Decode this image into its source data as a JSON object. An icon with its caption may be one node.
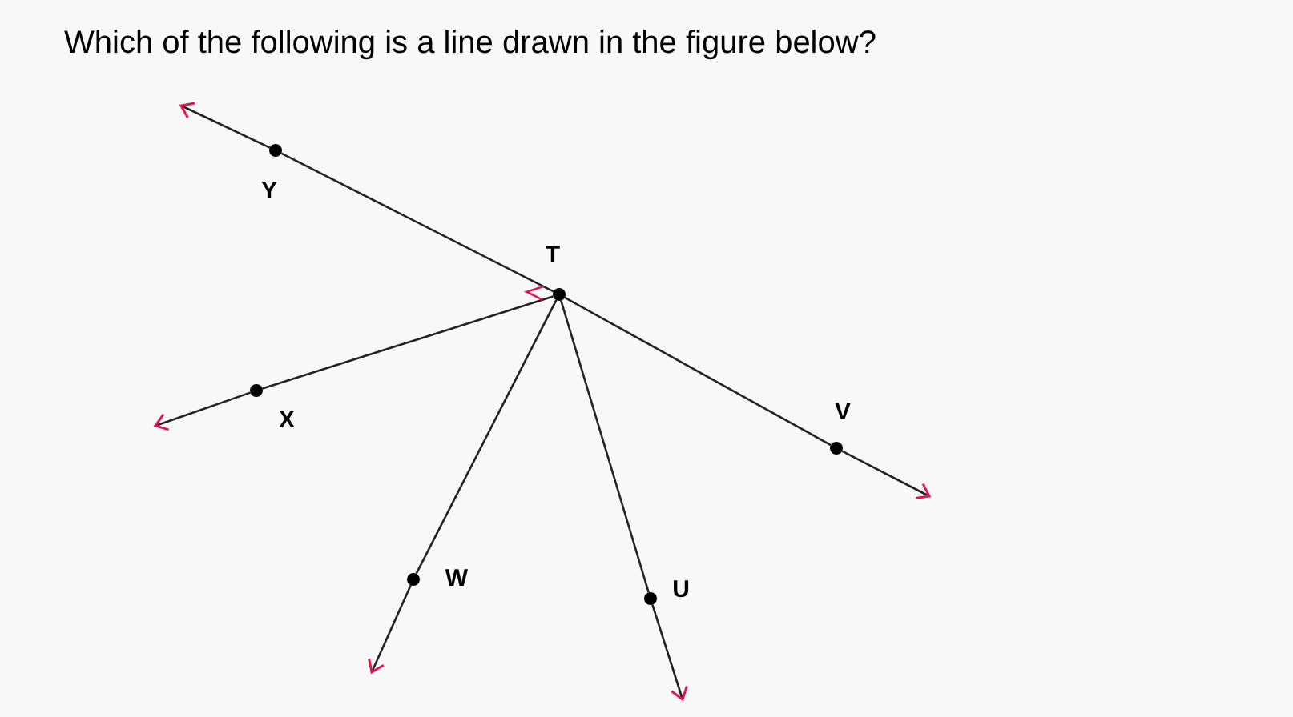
{
  "diagram": {
    "title": "Which of the following is a line drawn in the figure below?",
    "nodes": [
      {
        "text": [],
        "shape": "circle",
        "beside": [
          "Y"
        ]
      },
      {
        "text": [],
        "shape": "circle",
        "beside": [
          "T"
        ]
      },
      {
        "text": [],
        "shape": "circle",
        "beside": [
          "X"
        ]
      },
      {
        "text": [],
        "shape": "circle",
        "beside": [
          "V"
        ]
      },
      {
        "text": [],
        "shape": "circle",
        "beside": [
          "W"
        ]
      },
      {
        "text": [],
        "shape": "circle",
        "beside": [
          "U"
        ]
      }
    ],
    "edges": [
      {
        "from": 0,
        "to": null,
        "arrow": "to"
      },
      {
        "from": 0,
        "to": 1,
        "arrow": "none"
      },
      {
        "from": 1,
        "to": 3,
        "arrow": "none"
      },
      {
        "from": 3,
        "to": null,
        "arrow": "to"
      },
      {
        "from": 1,
        "to": 2,
        "arrow": "none"
      },
      {
        "from": 2,
        "to": null,
        "arrow": "to"
      },
      {
        "from": 1,
        "to": 4,
        "arrow": "none"
      },
      {
        "from": 4,
        "to": null,
        "arrow": "to"
      },
      {
        "from": 1,
        "to": 5,
        "arrow": "none"
      },
      {
        "from": 5,
        "to": null,
        "arrow": "to"
      }
    ]
  }
}
